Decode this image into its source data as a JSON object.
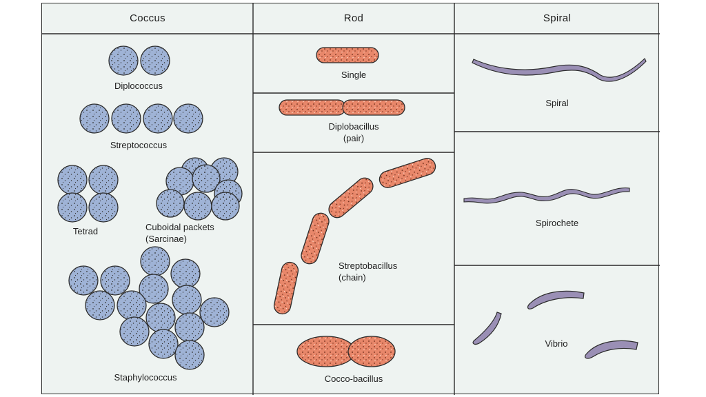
{
  "columns": {
    "coccus": "Coccus",
    "rod": "Rod",
    "spiral": "Spiral"
  },
  "coccus": {
    "diplococcus": "Diplococcus",
    "streptococcus": "Streptococcus",
    "tetrad": "Tetrad",
    "cuboidal_line1": "Cuboidal packets",
    "cuboidal_line2": "(Sarcinae)",
    "staphylococcus": "Staphylococcus"
  },
  "rod": {
    "single": "Single",
    "diplobacillus_line1": "Diplobacillus",
    "diplobacillus_line2": "(pair)",
    "streptobacillus_line1": "Streptobacillus",
    "streptobacillus_line2": "(chain)",
    "coccobacillus": "Cocco-bacillus"
  },
  "spiral": {
    "spiral": "Spiral",
    "spirochete": "Spirochete",
    "vibrio": "Vibrio"
  },
  "colors": {
    "coccus_fill": "#9fb3d6",
    "rod_fill": "#e8876a",
    "spiral_fill": "#9a8fb5",
    "line": "#2b2b2b"
  }
}
